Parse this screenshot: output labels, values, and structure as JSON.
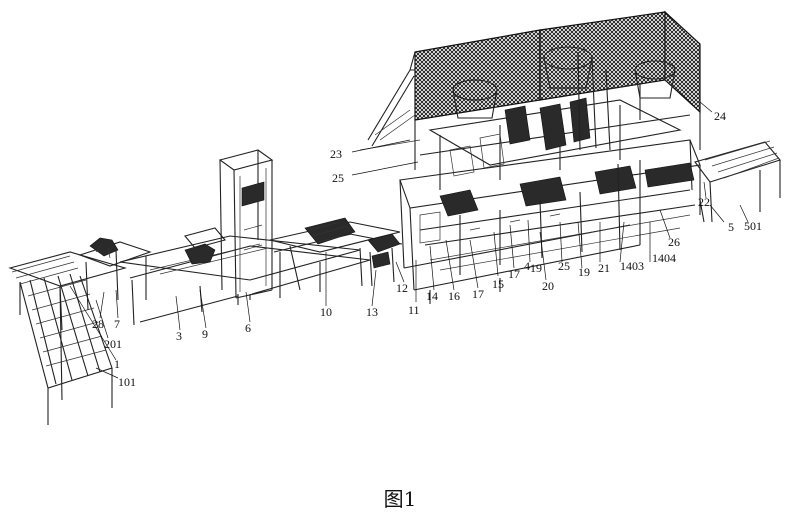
{
  "caption": "图1",
  "labels": [
    {
      "id": "23",
      "text": "23"
    },
    {
      "id": "25a",
      "text": "25"
    },
    {
      "id": "24",
      "text": "24"
    },
    {
      "id": "22",
      "text": "22"
    },
    {
      "id": "5",
      "text": "5"
    },
    {
      "id": "501",
      "text": "501"
    },
    {
      "id": "26",
      "text": "26"
    },
    {
      "id": "1404",
      "text": "1404"
    },
    {
      "id": "1403",
      "text": "1403"
    },
    {
      "id": "21",
      "text": "21"
    },
    {
      "id": "19a",
      "text": "19"
    },
    {
      "id": "25b",
      "text": "25"
    },
    {
      "id": "19b",
      "text": "19"
    },
    {
      "id": "20",
      "text": "20"
    },
    {
      "id": "4",
      "text": "4"
    },
    {
      "id": "17a",
      "text": "17"
    },
    {
      "id": "15",
      "text": "15"
    },
    {
      "id": "17b",
      "text": "17"
    },
    {
      "id": "16",
      "text": "16"
    },
    {
      "id": "14",
      "text": "14"
    },
    {
      "id": "11",
      "text": "11"
    },
    {
      "id": "12",
      "text": "12"
    },
    {
      "id": "13",
      "text": "13"
    },
    {
      "id": "10",
      "text": "10"
    },
    {
      "id": "6",
      "text": "6"
    },
    {
      "id": "9",
      "text": "9"
    },
    {
      "id": "3",
      "text": "3"
    },
    {
      "id": "7",
      "text": "7"
    },
    {
      "id": "28",
      "text": "28"
    },
    {
      "id": "201",
      "text": "201"
    },
    {
      "id": "1",
      "text": "1"
    },
    {
      "id": "101",
      "text": "101"
    }
  ]
}
